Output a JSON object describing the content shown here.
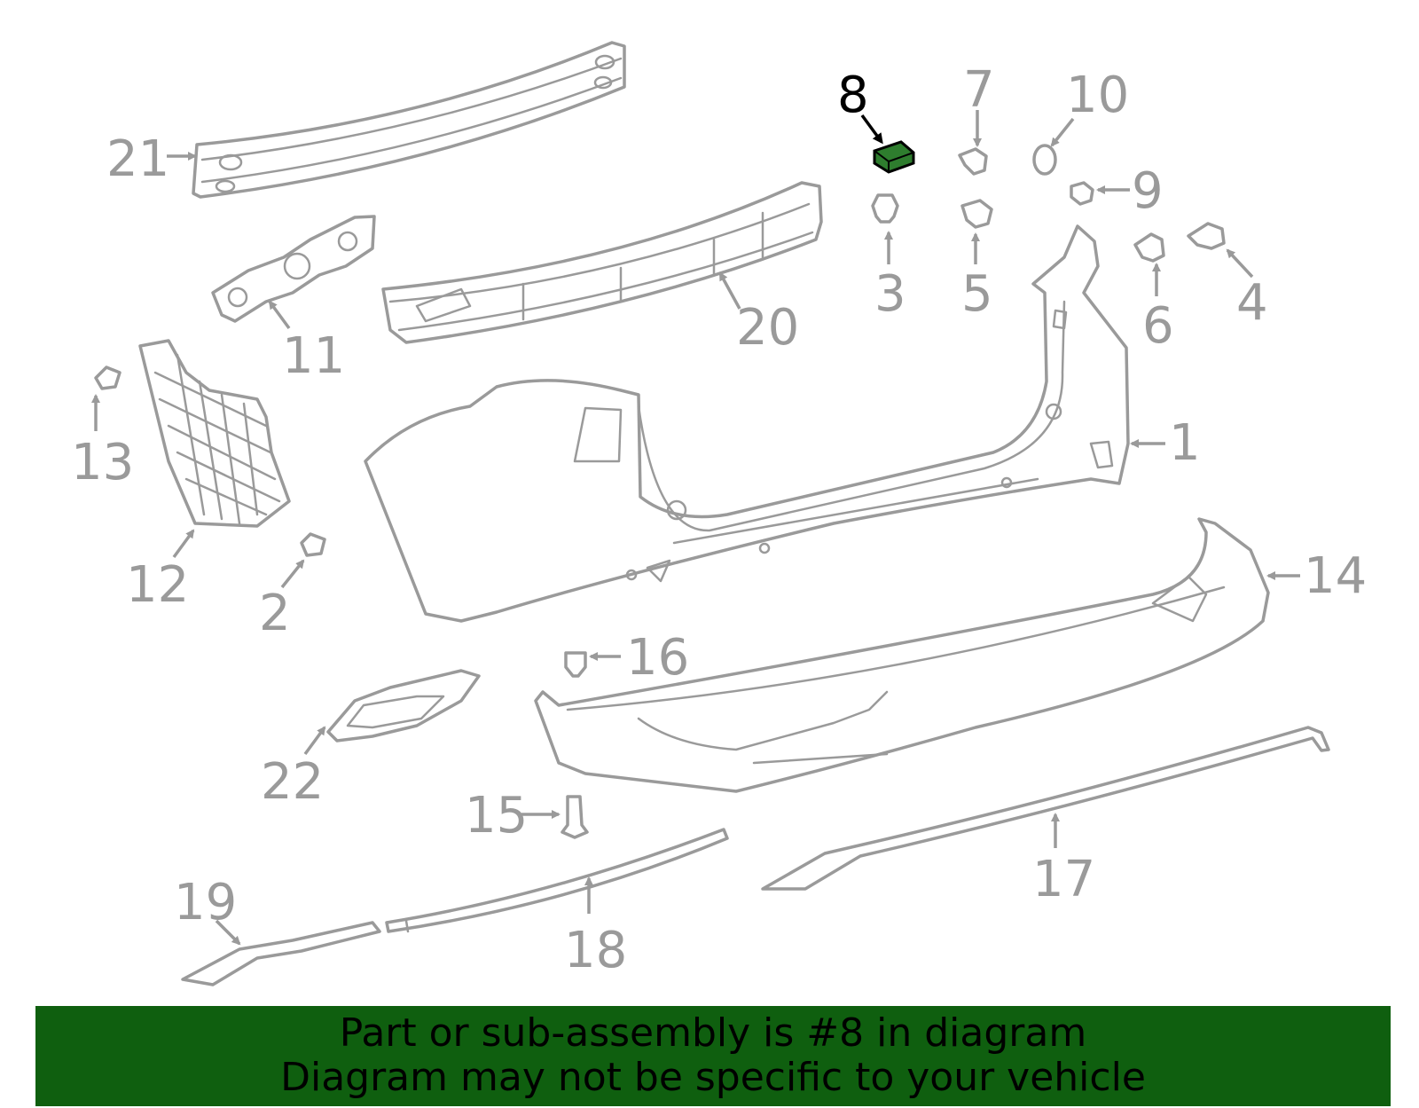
{
  "highlight": {
    "part": "8",
    "color": "#2e7d2e",
    "banner_color": "#0f5f0f"
  },
  "callouts": [
    "1",
    "2",
    "3",
    "4",
    "5",
    "6",
    "7",
    "8",
    "9",
    "10",
    "11",
    "12",
    "13",
    "14",
    "15",
    "16",
    "17",
    "18",
    "19",
    "20",
    "21",
    "22"
  ],
  "banner": {
    "line1": "Part or sub-assembly is #8 in diagram",
    "line2": "Diagram may not be specific to your vehicle"
  }
}
